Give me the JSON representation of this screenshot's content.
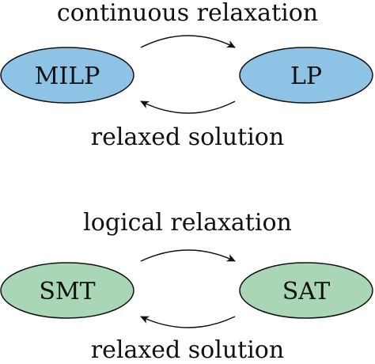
{
  "top": {
    "label_above": "continuous relaxation",
    "left_node": "MILP",
    "right_node": "LP",
    "label_below": "relaxed solution",
    "node_color": "#8fc3e6"
  },
  "bottom": {
    "label_above": "logical relaxation",
    "left_node": "SMT",
    "right_node": "SAT",
    "label_below": "relaxed solution",
    "node_color": "#a9d6b6"
  }
}
